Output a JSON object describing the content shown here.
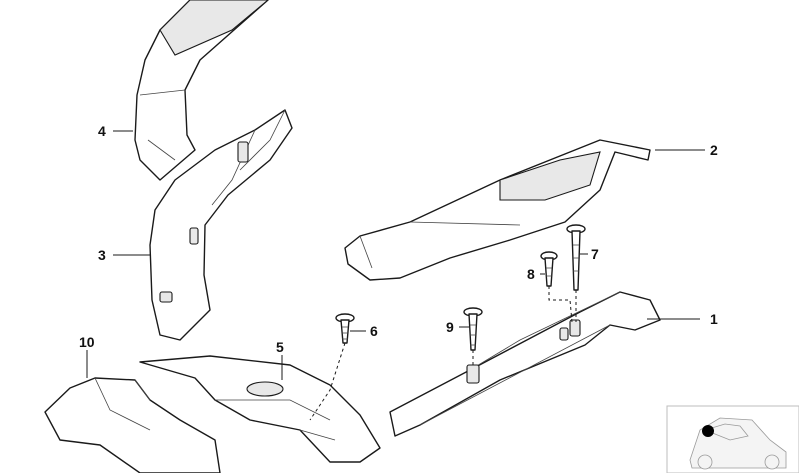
{
  "callouts": [
    {
      "id": "1",
      "label": "1"
    },
    {
      "id": "2",
      "label": "2"
    },
    {
      "id": "3",
      "label": "3"
    },
    {
      "id": "4",
      "label": "4"
    },
    {
      "id": "5",
      "label": "5"
    },
    {
      "id": "6",
      "label": "6"
    },
    {
      "id": "7",
      "label": "7"
    },
    {
      "id": "8",
      "label": "8"
    },
    {
      "id": "9",
      "label": "9"
    },
    {
      "id": "10",
      "label": "10"
    }
  ],
  "colors": {
    "line": "#1a1a1a",
    "background": "#ffffff",
    "locator_dot": "#000000"
  },
  "icons": {
    "screw": "screw-icon",
    "locator": "car-locator-icon"
  }
}
